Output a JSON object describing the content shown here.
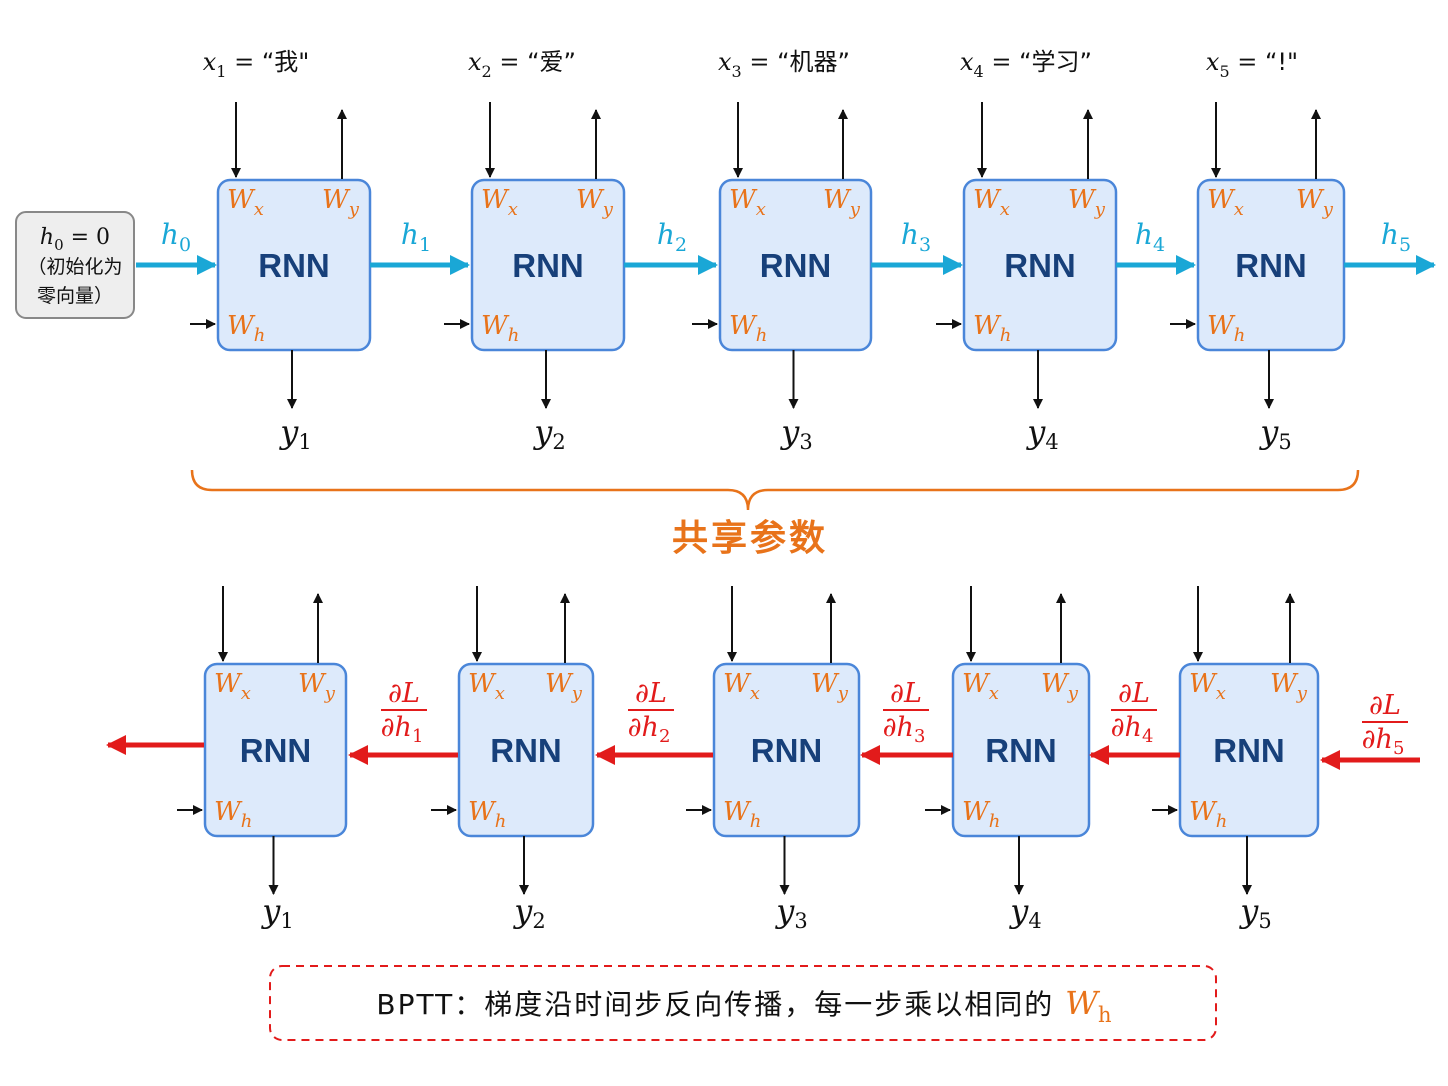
{
  "colors": {
    "box_fill": "#ddeafb",
    "box_stroke": "#4a86d9",
    "rnn_text": "#17407a",
    "weight_orange": "#e8731a",
    "forward_cyan": "#1aa7d6",
    "backward_red": "#e21b1b",
    "black": "#111111",
    "init_fill": "#eeeeee",
    "init_stroke": "#888888"
  },
  "icons": {
    "brace": "curly-brace-orange",
    "forward_arrow": "cyan-arrow-right",
    "backward_arrow": "red-arrow-left"
  },
  "init_box": {
    "formula_var": "h",
    "formula_sub": "0",
    "formula_rest": " = 0",
    "note_line1": "（初始化为",
    "note_line2": "零向量）"
  },
  "inputs": [
    {
      "var": "x",
      "sub": "1",
      "eq": " = ",
      "token": "“我\""
    },
    {
      "var": "x",
      "sub": "2",
      "eq": " = ",
      "token": "“爱”"
    },
    {
      "var": "x",
      "sub": "3",
      "eq": " = ",
      "token": "“机器”"
    },
    {
      "var": "x",
      "sub": "4",
      "eq": " = ",
      "token": "“学习”"
    },
    {
      "var": "x",
      "sub": "5",
      "eq": " = ",
      "token": "“!\""
    }
  ],
  "rnn_label": "RNN",
  "weights": {
    "wx": {
      "var": "W",
      "sub": "x"
    },
    "wy": {
      "var": "W",
      "sub": "y"
    },
    "wh": {
      "var": "W",
      "sub": "h"
    }
  },
  "hidden_states": [
    {
      "var": "h",
      "sub": "0"
    },
    {
      "var": "h",
      "sub": "1"
    },
    {
      "var": "h",
      "sub": "2"
    },
    {
      "var": "h",
      "sub": "3"
    },
    {
      "var": "h",
      "sub": "4"
    },
    {
      "var": "h",
      "sub": "5"
    }
  ],
  "outputs": [
    {
      "var": "y",
      "sub": "1"
    },
    {
      "var": "y",
      "sub": "2"
    },
    {
      "var": "y",
      "sub": "3"
    },
    {
      "var": "y",
      "sub": "4"
    },
    {
      "var": "y",
      "sub": "5"
    }
  ],
  "shared_label": "共享参数",
  "gradients": [
    {
      "num": "∂L",
      "den": "∂h",
      "sub": "1"
    },
    {
      "num": "∂L",
      "den": "∂h",
      "sub": "2"
    },
    {
      "num": "∂L",
      "den": "∂h",
      "sub": "3"
    },
    {
      "num": "∂L",
      "den": "∂h",
      "sub": "4"
    },
    {
      "num": "∂L",
      "den": "∂h",
      "sub": "5"
    }
  ],
  "bptt": {
    "prefix": "BPTT：梯度沿时间步反向传播，每一步乘以相同的 ",
    "var": "W",
    "sub": "h"
  }
}
